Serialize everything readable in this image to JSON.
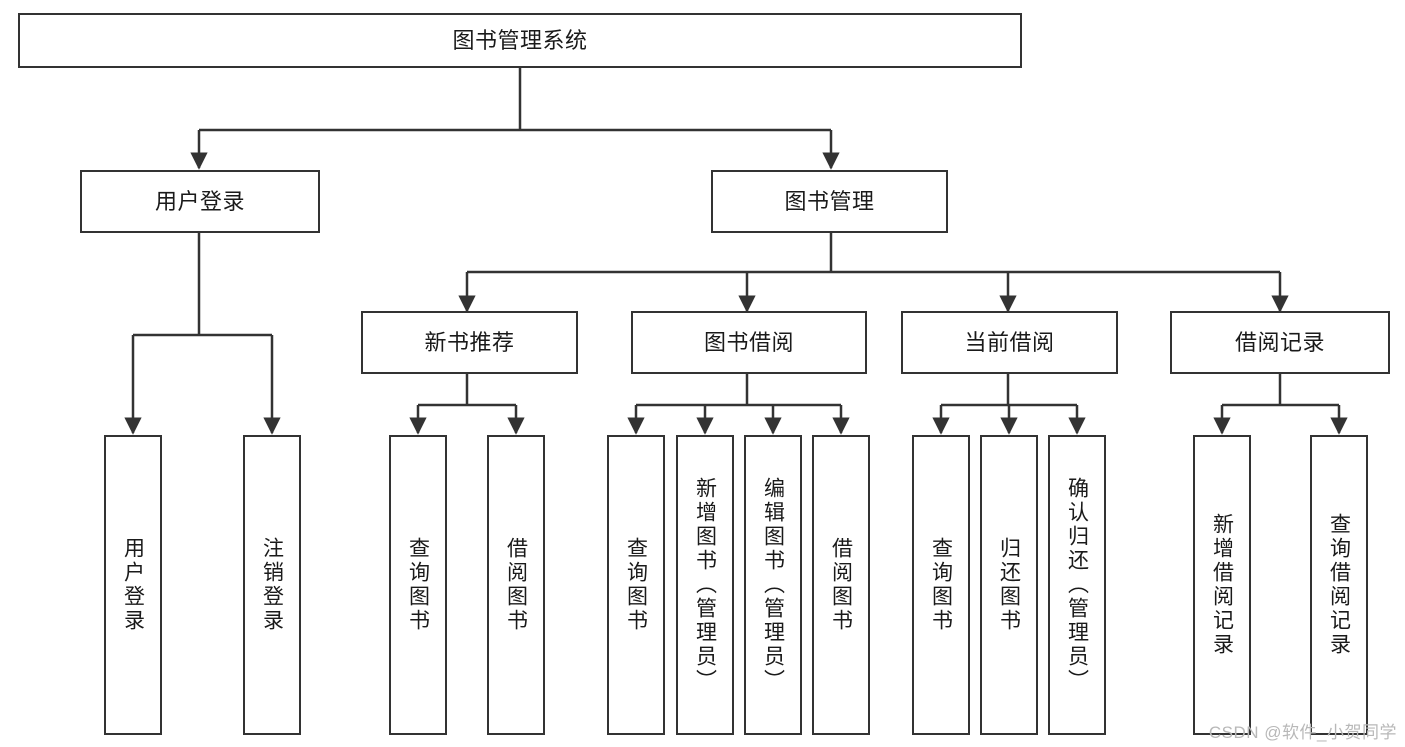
{
  "diagram": {
    "type": "tree-hierarchy",
    "title": "图书管理系统",
    "watermark": "CSDN @软件_小贺同学",
    "colors": {
      "background": "#ffffff",
      "box_border": "#333333",
      "box_fill": "#ffffff",
      "connector": "#333333",
      "text": "#1a1a1a",
      "watermark": "#b8b8b8"
    },
    "nodes": {
      "root": {
        "label": "图书管理系统",
        "level": 0
      },
      "level1": [
        {
          "label": "用户登录"
        },
        {
          "label": "图书管理"
        }
      ],
      "level2": [
        {
          "label": "新书推荐"
        },
        {
          "label": "图书借阅"
        },
        {
          "label": "当前借阅"
        },
        {
          "label": "借阅记录"
        }
      ],
      "leaves_user_login": [
        {
          "label": "用户登录"
        },
        {
          "label": "注销登录"
        }
      ],
      "leaves_new_book": [
        {
          "label": "查询图书"
        },
        {
          "label": "借阅图书"
        }
      ],
      "leaves_borrow": [
        {
          "label": "查询图书"
        },
        {
          "label": "新增图书（管理员）"
        },
        {
          "label": "编辑图书（管理员）"
        },
        {
          "label": "借阅图书"
        }
      ],
      "leaves_current": [
        {
          "label": "查询图书"
        },
        {
          "label": "归还图书"
        },
        {
          "label": "确认归还（管理员）"
        }
      ],
      "leaves_record": [
        {
          "label": "新增借阅记录"
        },
        {
          "label": "查询借阅记录"
        }
      ]
    }
  }
}
